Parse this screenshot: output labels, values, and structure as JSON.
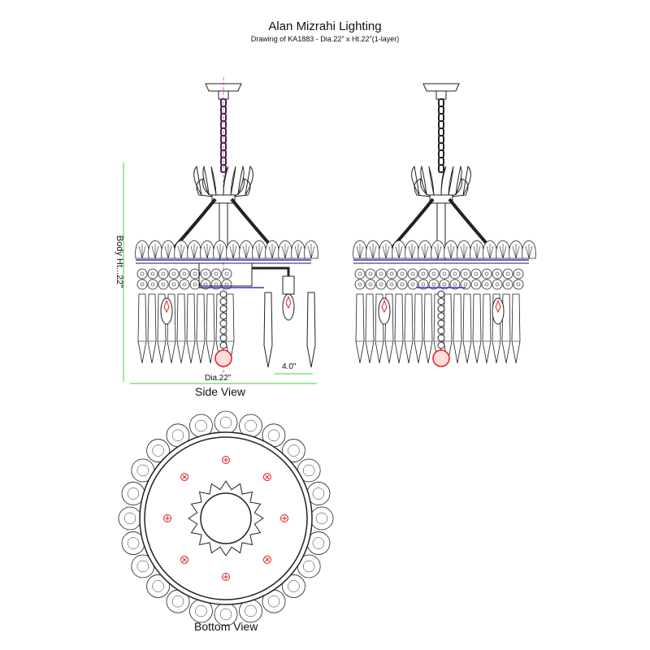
{
  "header": {
    "title": "Alan Mizrahi Lighting",
    "subtitle": "Drawing of KA1883 - Dia.22\" x Ht.22\"(1-layer)"
  },
  "side_view": {
    "label": "Side View",
    "height_dim": "Body Ht...22\"",
    "diameter_dim": "Dia.22\"",
    "spacing_dim": "4.0\""
  },
  "bottom_view": {
    "label": "Bottom View",
    "light_count": 8
  },
  "colors": {
    "line": "#222222",
    "dimension": "#44cc44",
    "bulb": "#e02020",
    "wire": "#3333cc",
    "center": "#cc44cc"
  }
}
